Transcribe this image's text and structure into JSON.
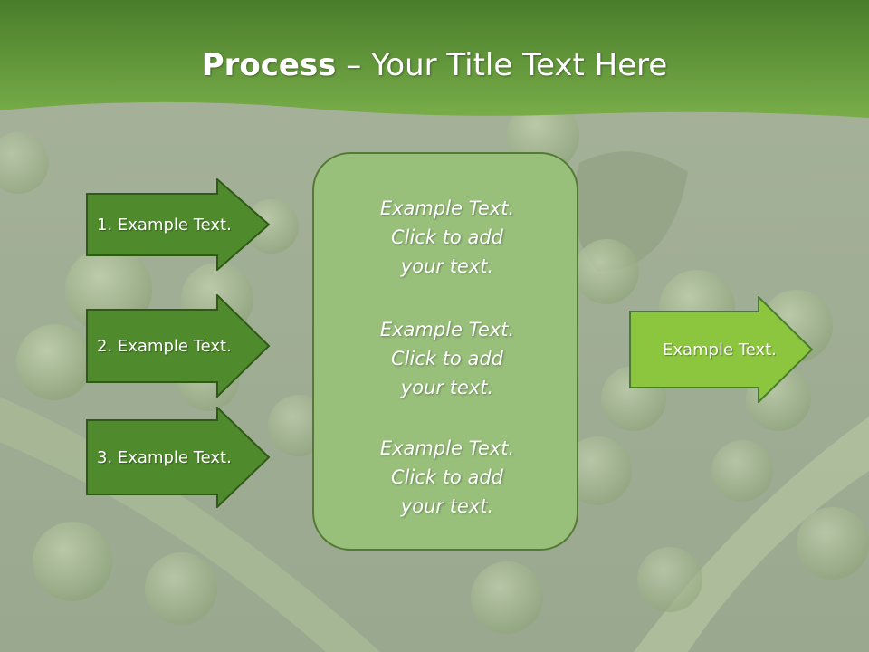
{
  "slide": {
    "title_bold": "Process",
    "title_rest": " – Your Title Text Here"
  },
  "left_arrows": [
    {
      "label": "1. Example Text."
    },
    {
      "label": "2. Example Text."
    },
    {
      "label": "3. Example Text."
    }
  ],
  "center_box": {
    "blocks": [
      {
        "line1": "Example Text.",
        "line2": "Click  to add",
        "line3": "your text."
      },
      {
        "line1": "Example Text.",
        "line2": "Click  to add",
        "line3": "your text."
      },
      {
        "line1": "Example Text.",
        "line2": "Click  to add",
        "line3": "your text."
      }
    ]
  },
  "right_arrow": {
    "label": "Example Text."
  },
  "colors": {
    "header_green": "#5e9438",
    "dark_arrow": "#4f8a2c",
    "light_arrow": "#8cc63f",
    "box_fill": "#98c07a",
    "border": "#2f5a16"
  }
}
